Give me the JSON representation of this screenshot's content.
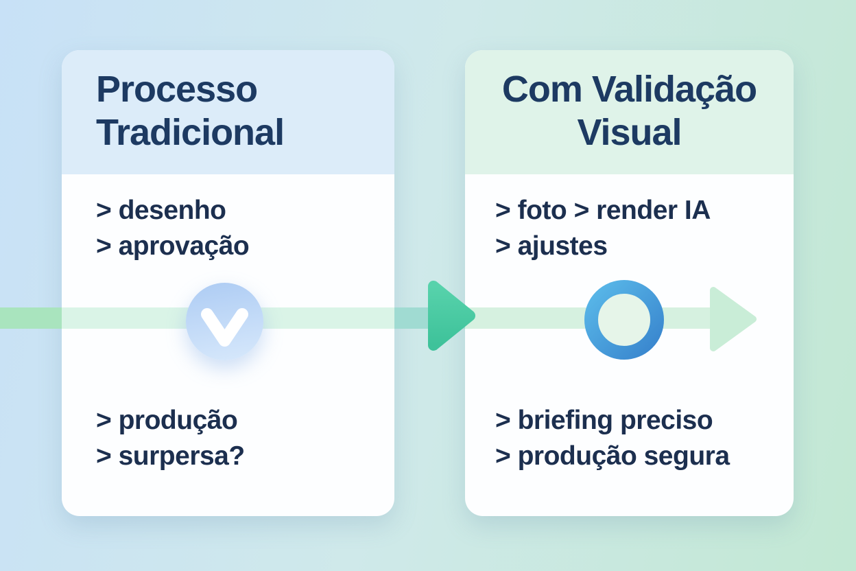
{
  "diagram": {
    "left_card": {
      "title_line1": "Processo",
      "title_line2": "Tradicional",
      "items_top": [
        "> desenho",
        "> aprovação"
      ],
      "items_bottom": [
        "> produção",
        "> surpersa?"
      ]
    },
    "right_card": {
      "title_line1": "Com Validação",
      "title_line2": "Visual",
      "items_top": [
        "> foto > render IA",
        "> ajustes"
      ],
      "items_bottom": [
        "> briefing preciso",
        "> produção segura"
      ]
    },
    "icons": {
      "check": "check-chevron-circle-icon",
      "ring": "ring-circle-icon",
      "flow_arrow": "arrow-right-icon",
      "end_arrow": "arrow-right-icon"
    },
    "colors": {
      "background_blue": "#c8e1f7",
      "background_green": "#c2e8d3",
      "header_blue": "#dcecf9",
      "header_green": "#dff3e9",
      "card_white": "#fdfeff",
      "navy_text": "#1d3a62",
      "band_green": "#a9e4be",
      "band_light": "#daf4e7",
      "teal_arrow": "#4acba2",
      "ring_blue": "#4096db",
      "check_circle_blue": "#bcd6f7",
      "check_mark_white": "#ffffff"
    }
  }
}
